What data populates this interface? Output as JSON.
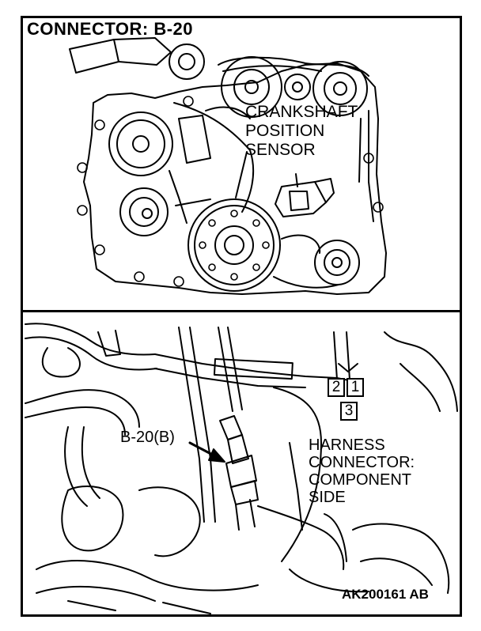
{
  "title": "CONNECTOR: B-20",
  "sensor_label": [
    "CRANKSHAFT",
    "POSITION",
    "SENSOR"
  ],
  "connector_id": "B-20(B)",
  "harness_label": [
    "HARNESS",
    "CONNECTOR:",
    "COMPONENT",
    "SIDE"
  ],
  "pins": [
    "2",
    "1",
    "3"
  ],
  "figure_code": "AK200161 AB"
}
